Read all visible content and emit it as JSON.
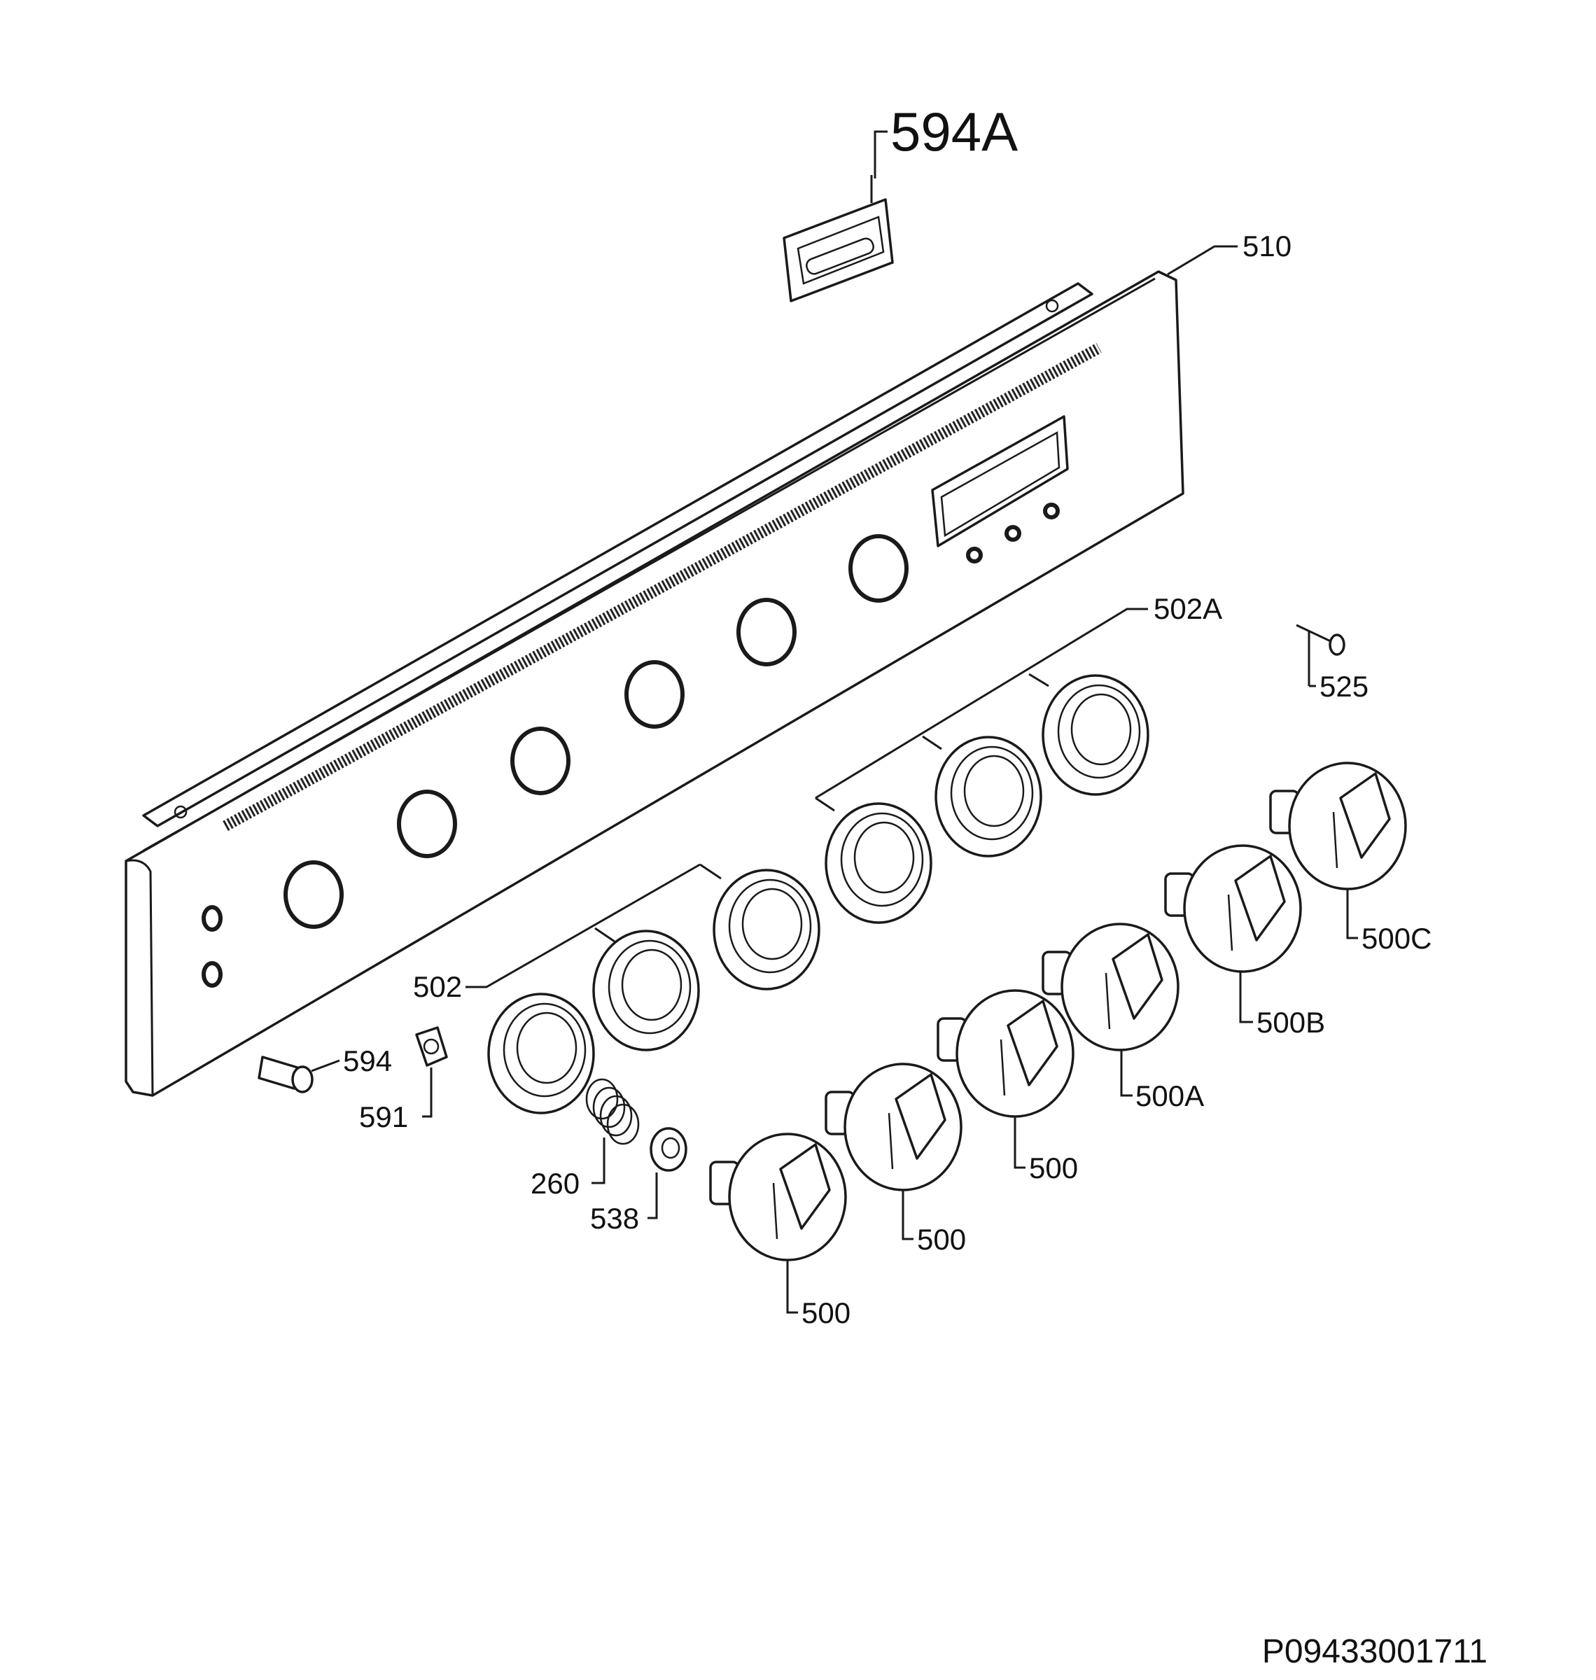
{
  "drawing_code": "P09433001711",
  "labels": {
    "l594A": "594A",
    "l510": "510",
    "l502A": "502A",
    "l525": "525",
    "l502": "502",
    "l594": "594",
    "l591": "591",
    "l260": "260",
    "l538": "538",
    "l500C": "500C",
    "l500B": "500B",
    "l500A": "500A",
    "l500_1": "500",
    "l500_2": "500",
    "l500_3": "500"
  },
  "colors": {
    "line": "#1a1a1a",
    "background": "#ffffff"
  }
}
